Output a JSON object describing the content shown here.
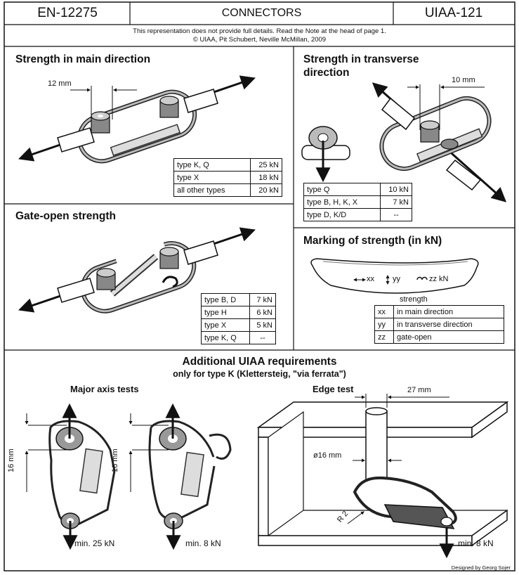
{
  "header": {
    "standard": "EN-12275",
    "title": "CONNECTORS",
    "code": "UIAA-121"
  },
  "note": {
    "line1": "This representation does not provide full details. Read the Note at the head of page 1.",
    "line2": "© UIAA, Pit Schubert, Neville McMillan, 2009"
  },
  "main_direction": {
    "title": "Strength in main direction",
    "dimension": "12 mm",
    "rows": [
      {
        "type": "type K, Q",
        "value": "25 kN"
      },
      {
        "type": "type X",
        "value": "18 kN"
      },
      {
        "type": "all other types",
        "value": "20 kN"
      }
    ]
  },
  "transverse": {
    "title_line1": "Strength in transverse",
    "title_line2": "direction",
    "dimension": "10 mm",
    "rows": [
      {
        "type": "type Q",
        "value": "10 kN"
      },
      {
        "type": "type B, H, K, X",
        "value": "7 kN"
      },
      {
        "type": "type D, K/D",
        "value": "--"
      }
    ]
  },
  "gate_open": {
    "title": "Gate-open strength",
    "rows": [
      {
        "type": "type B, D",
        "value": "7 kN"
      },
      {
        "type": "type H",
        "value": "6 kN"
      },
      {
        "type": "type X",
        "value": "5 kN"
      },
      {
        "type": "type K, Q",
        "value": "--"
      }
    ]
  },
  "marking": {
    "title": "Marking of strength (in kN)",
    "symbols": {
      "xx": "xx",
      "yy": "yy",
      "zz": "zz kN"
    },
    "legend_header": "strength",
    "rows": [
      {
        "code": "xx",
        "desc": "in main direction"
      },
      {
        "code": "yy",
        "desc": "in transverse direction"
      },
      {
        "code": "zz",
        "desc": "gate-open"
      }
    ]
  },
  "additional": {
    "title": "Additional UIAA requirements",
    "subtitle": "only for type K (Klettersteig, \"via ferrata\")",
    "major_axis": {
      "title": "Major axis tests",
      "dim": "16 mm",
      "load_left": "min. 25 kN",
      "load_right": "min. 8 kN"
    },
    "edge": {
      "title": "Edge test",
      "width": "27 mm",
      "diameter": "ø16 mm",
      "radius": "R 2",
      "load": "min. 8 kN"
    }
  },
  "credit": "Designed by Georg Sojer"
}
